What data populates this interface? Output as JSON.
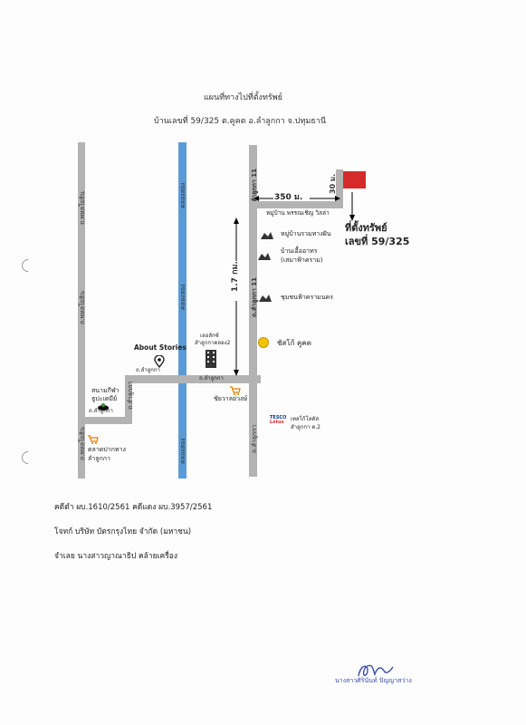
{
  "header": {
    "title": "แผนที่ทางไปที่ตั้งทรัพย์",
    "address": "บ้านเลขที่ 59/325  ต.คูคต อ.ลำลูกกา จ.ปทุมธานี"
  },
  "map": {
    "road_left_upper": "ถ.พหลโยธิน",
    "road_left_middle": "ถ.พหลโยธิน",
    "road_left_lower": "ถ.พหลโยธิน",
    "canal_upper": "คลองสอง",
    "canal_middle": "คลองสอง",
    "canal_lower": "คลองสอง",
    "road_soi_upper": "ถ.ลำลูกกา 11",
    "road_soi_middle": "ถ.ลำลูกกา 11",
    "road_main": "ถ.ลำลูกกา",
    "road_main_2": "ถ.ลำลูกกา",
    "road_main_3": "ถ.ลำลูกกา",
    "road_right_lower": "ถ.ลำลูกกา",
    "road_bend": "ถ.ลำลูกกา",
    "dist_horizontal": "350 ม.",
    "dist_vertical_short": "30 ม.",
    "dist_vertical_long": "1.7 กม.",
    "village_road": "หมู่บ้าน พรรณเชิญ วิลล่า",
    "target_label_1": "ที่ตั้งทรัพย์",
    "target_label_2": "เลขที่ 59/325",
    "poi_village_1": "หมู่บ้านรวมทางฝัน",
    "poi_village_2_line1": "บ้านเอื้ออาทร",
    "poi_village_2_line2": "(เสมาฟ้าคราม)",
    "poi_village_3": "ชุมชนฟ้าครามนคร",
    "poi_shell": "ชัสโก้ คูคต",
    "poi_about": "About Stories",
    "poi_lotus_line1": "เลอลักซ์",
    "poi_lotus_line2": "ลำลูกกาคลอง2",
    "poi_market": "ชัยวาลย่วงษ์",
    "poi_stadium_line1": "สนามกีฬา",
    "poi_stadium_line2": "ธูปะเตมีย์",
    "poi_fresh_line1": "ตลาดปากทาง",
    "poi_fresh_line2": "ลำลูกกา",
    "poi_tesco_brand1": "TESCO",
    "poi_tesco_brand2": "Lotus",
    "poi_tesco_line1": "เทสโก้โลตัส",
    "poi_tesco_line2": "ลำลูกกา ค.2",
    "colors": {
      "road": "#b3b3b3",
      "canal": "#5b9bd5",
      "target": "#d42a2a"
    }
  },
  "details": {
    "case_numbers": "คดีดำ ผบ.1610/2561   คดีแดง ผบ.3957/2561",
    "plaintiff": "โจทก์ บริษัท บัตรกรุงไทย จำกัด (มหาชน)",
    "defendant": "จำเลย นางสาวญาณาธิป คล้ายเครื่อง"
  },
  "signature": {
    "name": "นางสาวศิรินันท์ ปัญญาสว่าง"
  }
}
